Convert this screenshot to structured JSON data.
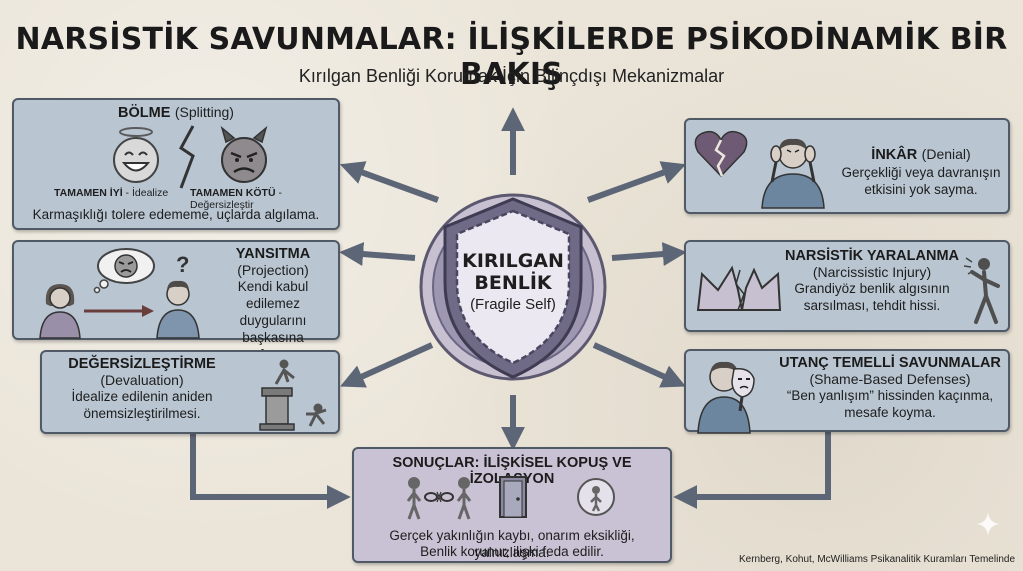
{
  "header": {
    "title": "NARSİSTİK SAVUNMALAR: İLİŞKİLERDE PSİKODİNAMİK BİR BAKIŞ",
    "subtitle": "Kırılgan Benliği Korumak İçin Bilinçdışı Mekanizmalar"
  },
  "center": {
    "line1": "KIRILGAN",
    "line2": "BENLİK",
    "line3": "(Fragile Self)"
  },
  "splitting": {
    "title": "BÖLME",
    "en": "(Splitting)",
    "good_bold": "TAMAMEN İYİ",
    "good_rest": " - İdealize",
    "bad_bold": "TAMAMEN KÖTÜ",
    "bad_rest": " - Değersizleştir",
    "desc": "Karmaşıklığı tolere edememe, uçlarda algılama."
  },
  "projection": {
    "title": "YANSITMA",
    "en": "(Projection)",
    "desc1": "Kendi kabul edilemez",
    "desc2": "duygularını başkasına",
    "desc3": "atfetme.",
    "question": "?"
  },
  "devaluation": {
    "title": "DEĞERSİZLEŞTİRME",
    "en": "(Devaluation)",
    "desc1": "İdealize edilenin aniden",
    "desc2": "önemsizleştirilmesi."
  },
  "denial": {
    "title": "İNKÂR",
    "en": "(Denial)",
    "desc1": "Gerçekliği veya davranışın",
    "desc2": "etkisini yok sayma."
  },
  "injury": {
    "title": "NARSİSTİK YARALANMA",
    "en": "(Narcissistic Injury)",
    "desc1": "Grandiyöz benlik algısının",
    "desc2": "sarsılması, tehdit hissi."
  },
  "shame": {
    "title": "UTANÇ TEMELLİ SAVUNMALAR",
    "en": "(Shame-Based Defenses)",
    "desc1": "“Ben yanlışım” hissinden kaçınma,",
    "desc2": "mesafe koyma."
  },
  "outcome": {
    "title": "SONUÇLAR: İLİŞKİSEL KOPUŞ VE İZOLASYON",
    "desc1": "Gerçek yakınlığın kaybı, onarım eksikliği, yalnızlaşma.",
    "desc2": "Benlik korunur, ilişki feda edilir."
  },
  "footer": "Kernberg, Kohut, McWilliams Psikanalitik Kuramları Temelinde",
  "colors": {
    "panel_blue": "#b9c6d2",
    "panel_purple": "#c9c2d4",
    "arrow": "#5d6676",
    "shield": "#7d7a92"
  }
}
